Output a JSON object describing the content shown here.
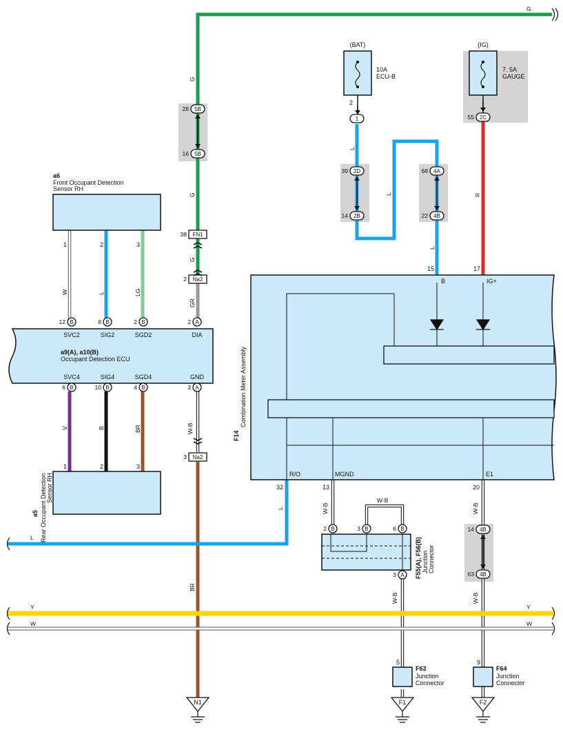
{
  "colors": {
    "G": "#1a9e4a",
    "L": "#1aa3e8",
    "R": "#e32626",
    "LG": "#7fcf95",
    "GR": "#9a9a9a",
    "V": "#7b2d9b",
    "B": "#111111",
    "BR": "#a0522d",
    "Y": "#ffd400",
    "W": "#ffffff",
    "box_fill": "#cce9fa",
    "gray_box": "#d4d4d4"
  },
  "fuses": {
    "bat": {
      "header": "(BAT)",
      "rating": "10A",
      "name": "ECU-B"
    },
    "ig": {
      "header": "(IG)",
      "rating": "7. 5A",
      "name": "GAUGE"
    }
  },
  "components": {
    "a6": {
      "code": "a6",
      "line1": "Front Occupant Detection",
      "line2": "Sensor RH"
    },
    "a9": {
      "code": "a9(A), a10(B)",
      "name": "Occupant Detection ECU"
    },
    "a5": {
      "code": "a5",
      "line1": "Rear Occupant Detection",
      "line2": "Sensor RH"
    },
    "f14": {
      "code": "F14",
      "name": "Combination Meter Assembly"
    },
    "f55": {
      "code": "F55(A), F56(B)",
      "line1": "Junction",
      "line2": "Connector"
    },
    "f63": {
      "code": "F63",
      "line1": "Junction",
      "line2": "Connector"
    },
    "f64": {
      "code": "F64",
      "line1": "Junction",
      "line2": "Connector"
    }
  },
  "pins": {
    "ecu_top": [
      {
        "num": "12",
        "conn": "B",
        "name": "SVC2"
      },
      {
        "num": "8",
        "conn": "B",
        "name": "SIG2"
      },
      {
        "num": "2",
        "conn": "B",
        "name": "SGD2"
      },
      {
        "num": "2",
        "conn": "A",
        "name": "DIA"
      }
    ],
    "ecu_bottom": [
      {
        "num": "6",
        "conn": "B",
        "name": "SVC4"
      },
      {
        "num": "10",
        "conn": "B",
        "name": "SIG4"
      },
      {
        "num": "4",
        "conn": "B",
        "name": "SGD4"
      },
      {
        "num": "3",
        "conn": "A",
        "name": "GND"
      }
    ],
    "a6_pins": [
      "1",
      "2",
      "3"
    ],
    "a5_pins": [
      "1",
      "2",
      "3"
    ],
    "meter_top": [
      {
        "num": "15",
        "name": "B"
      },
      {
        "num": "17",
        "name": "IG+"
      }
    ],
    "meter_bottom": [
      {
        "num": "32",
        "name": "R/O"
      },
      {
        "num": "13",
        "name": "MGND"
      },
      {
        "num": "20",
        "name": "E1"
      }
    ],
    "f55_top": [
      {
        "num": "2",
        "conn": "B"
      },
      {
        "num": "3",
        "conn": "B"
      },
      {
        "num": "6",
        "conn": "B"
      }
    ],
    "f55_bottom": {
      "num": "3",
      "conn": "A"
    },
    "f63_pin": "5",
    "f64_pin": "9"
  },
  "connectors": {
    "c28": {
      "num": "28",
      "id": "5B"
    },
    "c16": {
      "num": "16",
      "id": "5B"
    },
    "c38": {
      "num": "38",
      "id": "FN1"
    },
    "c2na2": {
      "num": "2",
      "id": "Na2"
    },
    "c3na2": {
      "num": "3",
      "id": "Na2"
    },
    "bat_fuse_pin": "2",
    "c1": {
      "id": "1"
    },
    "c39": {
      "num": "39",
      "id": "2D"
    },
    "c14a": {
      "num": "14",
      "id": "2B"
    },
    "c68": {
      "num": "68",
      "id": "4A"
    },
    "c22": {
      "num": "22",
      "id": "4B"
    },
    "c55": {
      "num": "55",
      "id": "2C"
    },
    "c14b": {
      "num": "14",
      "id": "4B"
    },
    "c63": {
      "num": "63",
      "id": "4B"
    }
  },
  "wires": {
    "top_g": "G",
    "g1": "G",
    "g2": "G",
    "g3": "G",
    "gr": "GR",
    "w": "W",
    "l_a6": "L",
    "lg": "LG",
    "v": "V",
    "b": "B",
    "br_a5": "BR",
    "wb_gnd": "W-B",
    "br_n1": "BR",
    "l_bat": "L",
    "l_loop": "L",
    "l_meter": "L",
    "r": "R",
    "l_ro": "L",
    "l_bus": "L",
    "wb13": "W-B",
    "wb_jumper": "W-B",
    "wb20": "W-B",
    "wb_f63": "W-B",
    "wb_f64": "W-B",
    "y_left": "Y",
    "y_right": "Y",
    "w_left": "W",
    "w_right": "W"
  },
  "grounds": [
    "N1",
    "F1",
    "F2"
  ]
}
